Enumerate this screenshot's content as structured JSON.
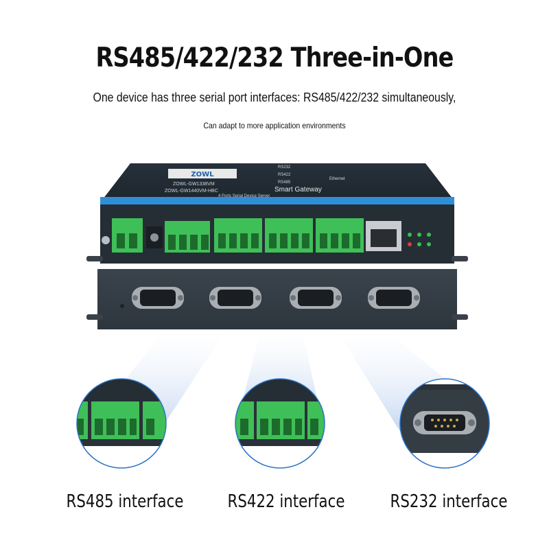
{
  "headline": "RS485/422/232 Three-in-One",
  "subtitle": "One device has three serial port interfaces: RS485/422/232 simultaneously,",
  "subtitle2": "Can adapt to more application environments",
  "device": {
    "brand": "ZOWL",
    "model_line1": "ZOWL-GW1338VM",
    "model_line2": "ZOWL-GW1440VM-HBC",
    "name": "Smart Gateway",
    "desc": "4 Ports Serial Device Server",
    "protocols": [
      "RS232",
      "RS422",
      "RS485"
    ],
    "ethernet_label": "Ethernet"
  },
  "callouts": [
    {
      "label": "RS485 interface"
    },
    {
      "label": "RS422 interface"
    },
    {
      "label": "RS232 interface"
    }
  ],
  "colors": {
    "body": "#2b323a",
    "accent_strip": "#2f8fd6",
    "terminal_green": "#3fbf58",
    "beam": "#bfd4f2"
  }
}
